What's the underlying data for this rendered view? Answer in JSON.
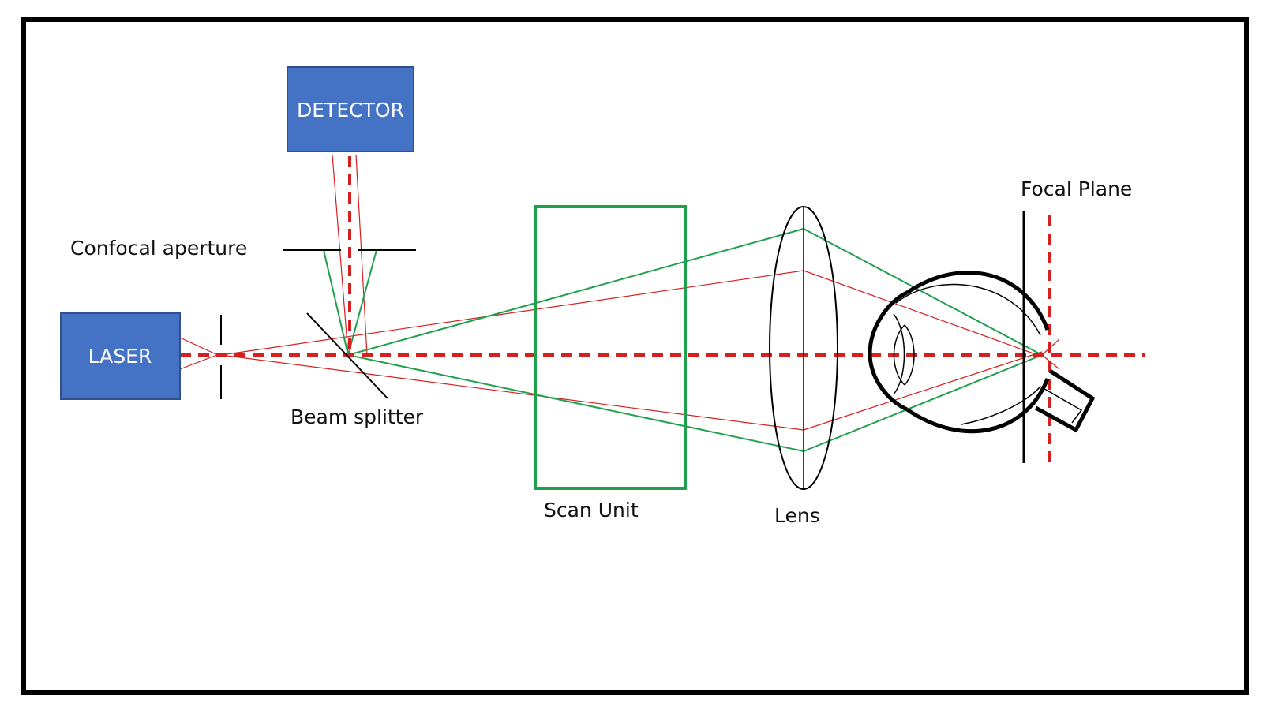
{
  "labels": {
    "detector": "DETECTOR",
    "laser": "LASER",
    "confocal_aperture": "Confocal aperture",
    "beam_splitter": "Beam splitter",
    "scan_unit": "Scan Unit",
    "lens": "Lens",
    "focal_plane": "Focal Plane"
  },
  "colors": {
    "component_fill": "#4472C4",
    "component_border": "#2F528F",
    "scan_beam": "#1FA04C",
    "laser_beam": "#D62020",
    "outline": "#000000"
  }
}
